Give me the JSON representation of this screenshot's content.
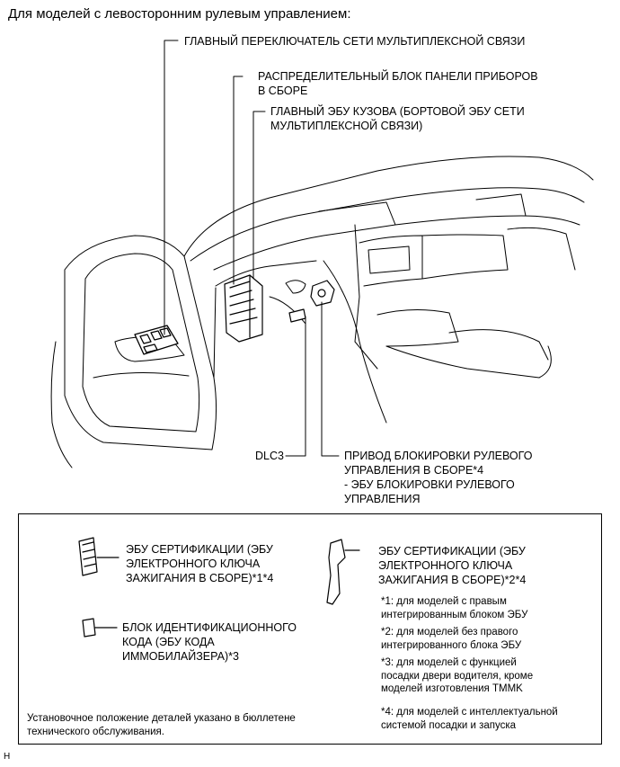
{
  "heading": "Для моделей с левосторонним рулевым управлением:",
  "labels": {
    "main_switch": "ГЛАВНЫЙ ПЕРЕКЛЮЧАТЕЛЬ СЕТИ МУЛЬТИПЛЕКСНОЙ СВЯЗИ",
    "junction_block": [
      "РАСПРЕДЕЛИТЕЛЬНЫЙ БЛОК ПАНЕЛИ ПРИБОРОВ",
      "В СБОРЕ"
    ],
    "main_body_ecu": [
      "ГЛАВНЫЙ ЭБУ КУЗОВА (БОРТОВОЙ ЭБУ СЕТИ",
      "МУЛЬТИПЛЕКСНОЙ СВЯЗИ)"
    ],
    "dlc3": "DLC3",
    "steering_lock": [
      "ПРИВОД БЛОКИРОВКИ РУЛЕВОГО",
      "УПРАВЛЕНИЯ В СБОРЕ*4",
      "- ЭБУ БЛОКИРОВКИ РУЛЕВОГО",
      "УПРАВЛЕНИЯ"
    ]
  },
  "legend": {
    "cert_ecu_1": [
      "ЭБУ СЕРТИФИКАЦИИ (ЭБУ",
      "ЭЛЕКТРОННОГО КЛЮЧА",
      "ЗАЖИГАНИЯ В СБОРЕ)*1*4"
    ],
    "cert_ecu_2": [
      "ЭБУ СЕРТИФИКАЦИИ (ЭБУ",
      "ЭЛЕКТРОННОГО КЛЮЧА",
      "ЗАЖИГАНИЯ В СБОРЕ)*2*4"
    ],
    "id_code_box": [
      "БЛОК ИДЕНТИФИКАЦИОННОГО",
      "КОДА (ЭБУ КОДА",
      "ИММОБИЛАЙЗЕРА)*3"
    ],
    "footnotes": [
      [
        "*1: для моделей с правым",
        "интегрированным блоком ЭБУ"
      ],
      [
        "*2: для моделей без правого",
        "интегрированного блока ЭБУ"
      ],
      [
        "*3: для моделей с функцией",
        "посадки двери водителя, кроме",
        "моделей изготовления TMMK"
      ],
      [
        "*4: для моделей с интеллектуальной",
        "системой посадки и запуска"
      ]
    ],
    "note": [
      "Установочное положение деталей указано в бюллетене",
      "технического обслуживания."
    ]
  },
  "corner_mark": "H",
  "colors": {
    "line": "#000000",
    "background": "#ffffff"
  }
}
